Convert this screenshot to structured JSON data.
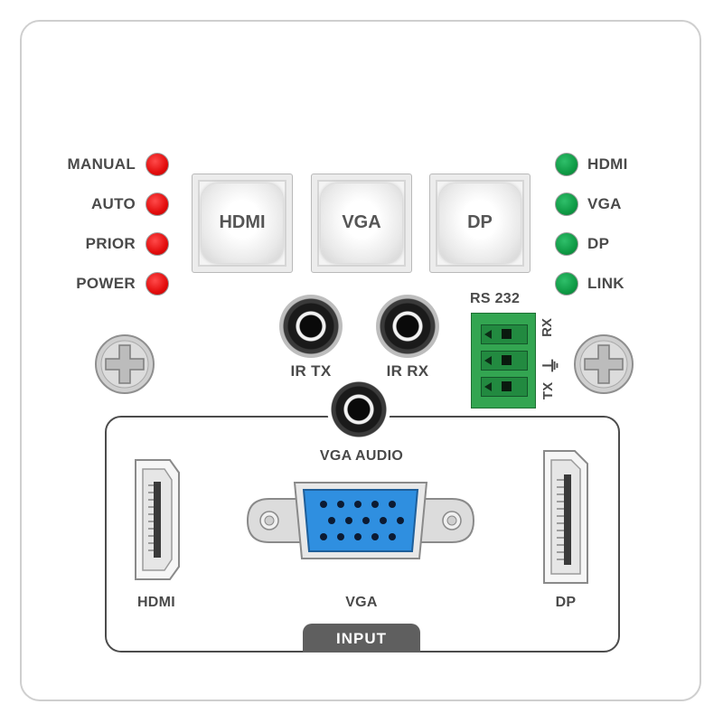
{
  "panel": {
    "mode_leds": [
      {
        "label": "MANUAL",
        "color": "#e30d0d"
      },
      {
        "label": "AUTO",
        "color": "#e30d0d"
      },
      {
        "label": "PRIOR",
        "color": "#e30d0d"
      },
      {
        "label": "POWER",
        "color": "#e30d0d"
      }
    ],
    "source_leds": [
      {
        "label": "HDMI",
        "color": "#0f9a45"
      },
      {
        "label": "VGA",
        "color": "#0f9a45"
      },
      {
        "label": "DP",
        "color": "#0f9a45"
      },
      {
        "label": "LINK",
        "color": "#0f9a45"
      }
    ],
    "buttons": [
      "HDMI",
      "VGA",
      "DP"
    ],
    "jacks": {
      "ir_tx": "IR TX",
      "ir_rx": "IR RX",
      "vga_audio": "VGA AUDIO"
    },
    "rs232": {
      "title": "RS 232",
      "rx": "RX",
      "tx": "TX",
      "ground_symbol": "⏚"
    },
    "input_ports": {
      "hdmi": "HDMI",
      "vga": "VGA",
      "dp": "DP",
      "section_label": "INPUT"
    },
    "vga_connector_color": "#2f8fe0"
  }
}
